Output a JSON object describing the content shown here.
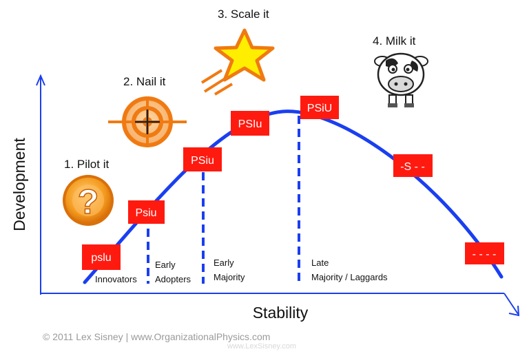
{
  "stages": {
    "pilot": "1. Pilot it",
    "nail": "2. Nail it",
    "scale": "3. Scale it",
    "milk": "4. Milk it"
  },
  "axes": {
    "y": "Development",
    "x": "Stability"
  },
  "boxes": [
    "pslu",
    "Psiu",
    "PSiu",
    "PSIu",
    "PSiU",
    "-S - -",
    "- - - -"
  ],
  "segments": {
    "innovators": "Innovators",
    "early_adopters_1": "Early",
    "early_adopters_2": "Adopters",
    "early_majority_1": "Early",
    "early_majority_2": "Majority",
    "late_1": "Late",
    "late_2": "Majority / Laggards"
  },
  "footer": "© 2011 Lex Sisney | www.OrganizationalPhysics.com",
  "watermark": "www.LexSisney.com",
  "icons": {
    "pilot": "question-mark-icon",
    "nail": "target-crosshair-icon",
    "scale": "shooting-star-icon",
    "milk": "cow-icon"
  },
  "colors": {
    "curve": "#1a3ff0",
    "box": "#ff1a10",
    "target": "#f07a12",
    "star": "#ffee00"
  }
}
